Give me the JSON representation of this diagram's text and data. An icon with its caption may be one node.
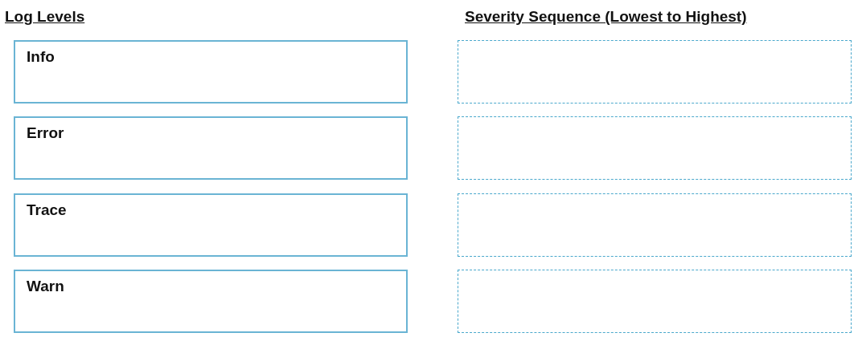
{
  "diagram": {
    "nodes": [
      {
        "text": [
          "Info"
        ]
      },
      {
        "text": [
          "Error"
        ]
      },
      {
        "text": [
          "Trace"
        ]
      },
      {
        "text": [
          "Warn"
        ]
      },
      {
        "text": [],
        "shape": "box"
      },
      {
        "text": [],
        "shape": "box"
      },
      {
        "text": [],
        "shape": "box"
      },
      {
        "text": [],
        "shape": "box"
      }
    ],
    "labels": [
      "Log Levels",
      "Severity Sequence (Lowest to Highest)"
    ]
  }
}
